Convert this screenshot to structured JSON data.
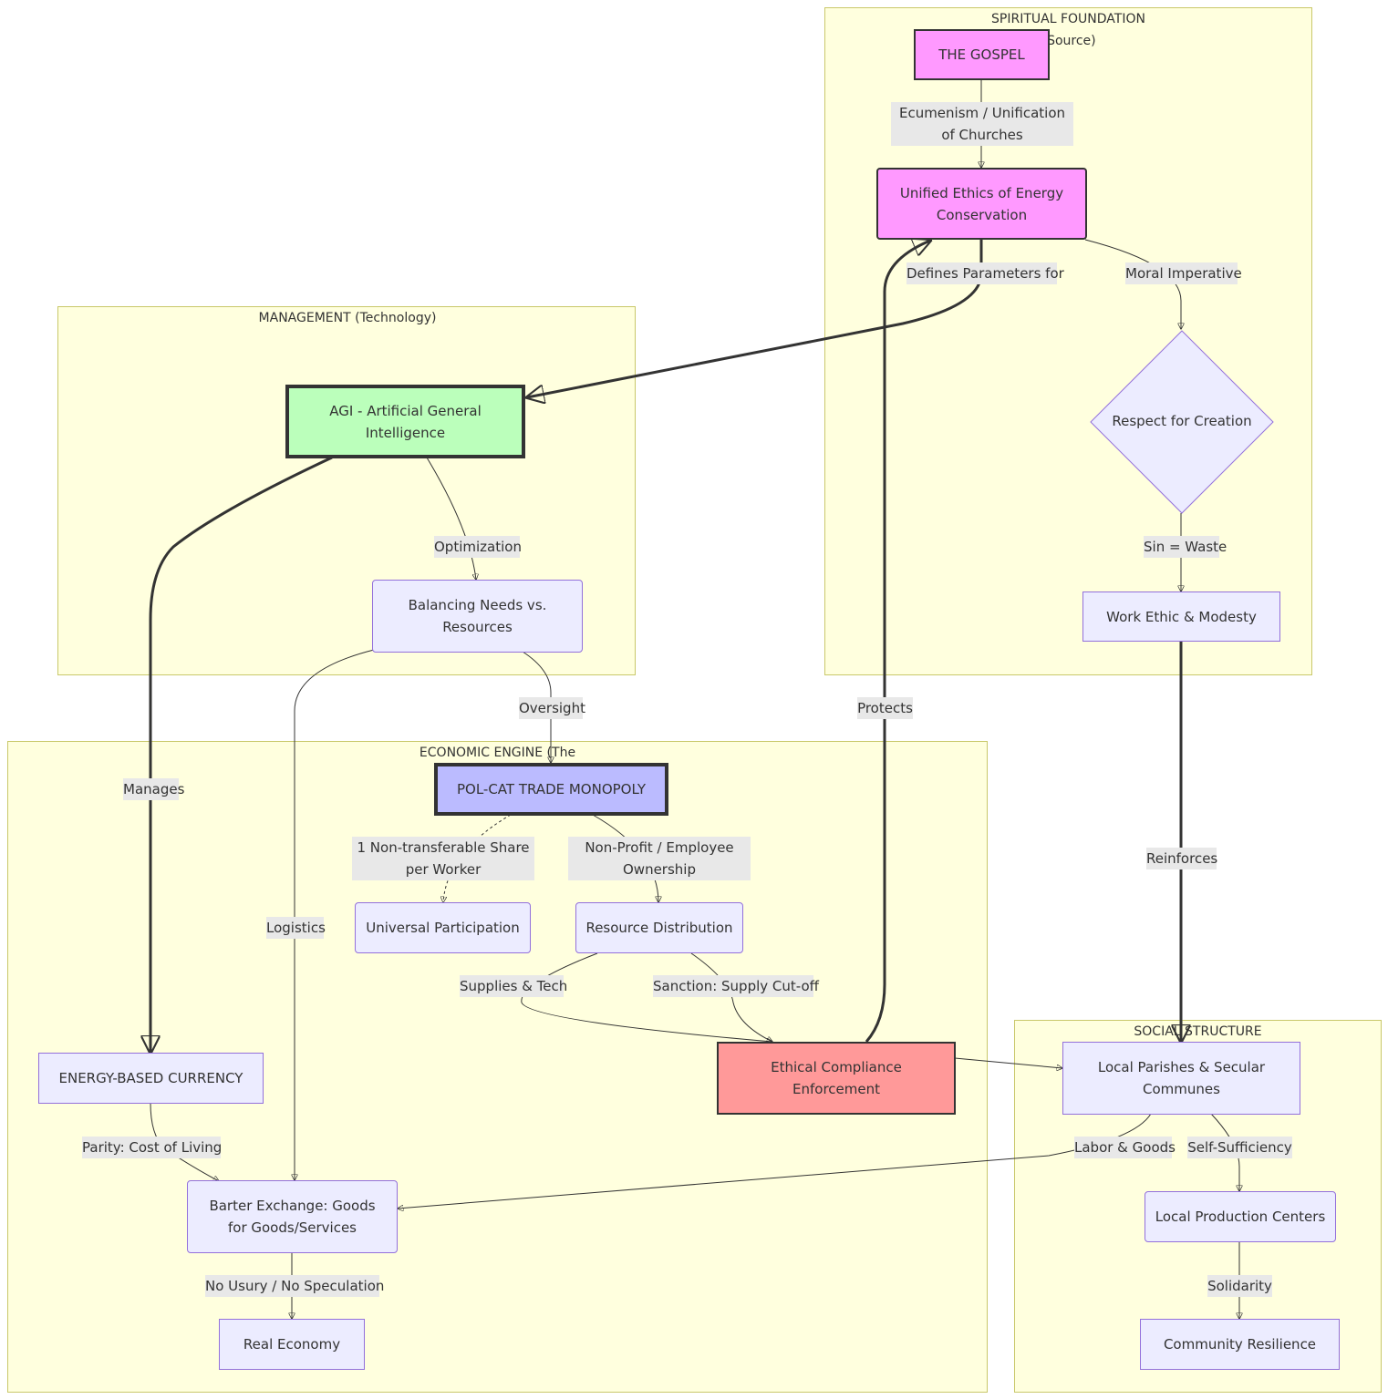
{
  "clusters": {
    "spiritual": {
      "title": "SPIRITUAL FOUNDATION",
      "subtitle_fragment": "e Source)"
    },
    "management": {
      "title": "MANAGEMENT (Technology)"
    },
    "economic": {
      "title": "ECONOMIC ENGINE (The"
    },
    "social": {
      "title": "SOCIAL STRUCTURE"
    }
  },
  "nodes": {
    "gospel": "THE GOSPEL",
    "unified_ethics": [
      "Unified Ethics of Energy",
      "Conservation"
    ],
    "respect_creation": "Respect for Creation",
    "work_ethic": "Work Ethic & Modesty",
    "agi": [
      "AGI - Artificial General",
      "Intelligence"
    ],
    "balancing": [
      "Balancing Needs vs.",
      "Resources"
    ],
    "polcat": "POL-CAT TRADE MONOPOLY",
    "universal_participation": "Universal Participation",
    "resource_distribution": "Resource Distribution",
    "energy_currency": "ENERGY-BASED CURRENCY",
    "barter": [
      "Barter Exchange: Goods",
      "for Goods/Services"
    ],
    "real_economy": "Real Economy",
    "ethical_compliance": [
      "Ethical Compliance",
      "Enforcement"
    ],
    "local_parishes": [
      "Local Parishes & Secular",
      "Communes"
    ],
    "local_production": "Local Production Centers",
    "community_resilience": "Community Resilience"
  },
  "edge_labels": {
    "ecumenism": [
      "Ecumenism / Unification",
      "of Churches"
    ],
    "defines_parameters": "Defines Parameters for",
    "moral_imperative": "Moral Imperative",
    "sin_waste": "Sin = Waste",
    "optimization": "Optimization",
    "oversight": "Oversight",
    "protects": "Protects",
    "manages": "Manages",
    "logistics": "Logistics",
    "reinforces": "Reinforces",
    "one_share": [
      "1 Non-transferable Share",
      "per Worker"
    ],
    "non_profit": [
      "Non-Profit / Employee",
      "Ownership"
    ],
    "supplies_tech": "Supplies & Tech",
    "sanction": "Sanction: Supply Cut-off",
    "parity": "Parity: Cost of Living",
    "labor_goods": "Labor & Goods",
    "self_sufficiency": "Self-Sufficiency",
    "no_usury": "No Usury / No Speculation",
    "solidarity": "Solidarity"
  },
  "colors": {
    "cluster_fill": "#ffffde",
    "cluster_border": "#c9c86a",
    "default_node": "#ececff",
    "spiritual_node": "#ff99ff",
    "agi_node": "#bbffbb",
    "polcat_node": "#bbbbff",
    "ethics_node": "#ff9999",
    "edge_label_bg": "#e8e8e8"
  }
}
